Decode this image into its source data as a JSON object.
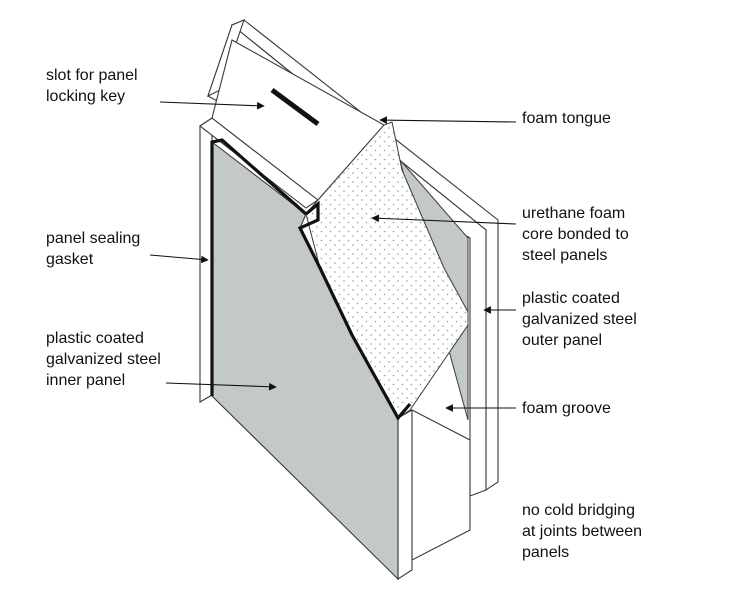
{
  "colors": {
    "panel_gray": "#c3cac6",
    "outline": "#3a3a3a",
    "accent_black": "#111111",
    "foam_fill": "#ffffff",
    "foam_dots": "#9a9a9a"
  },
  "labels": {
    "slot": [
      "slot for panel",
      "locking key"
    ],
    "foam_tongue": [
      "foam tongue"
    ],
    "urethane": [
      "urethane foam",
      "core bonded to",
      "steel panels"
    ],
    "gasket": [
      "panel sealing",
      "gasket"
    ],
    "outer_panel": [
      "plastic coated",
      "galvanized steel",
      "outer panel"
    ],
    "inner_panel": [
      "plastic coated",
      "galvanized steel",
      "inner panel"
    ],
    "foam_groove": [
      "foam groove"
    ],
    "no_cold_bridging": [
      "no cold bridging",
      "at joints between",
      "panels"
    ]
  }
}
